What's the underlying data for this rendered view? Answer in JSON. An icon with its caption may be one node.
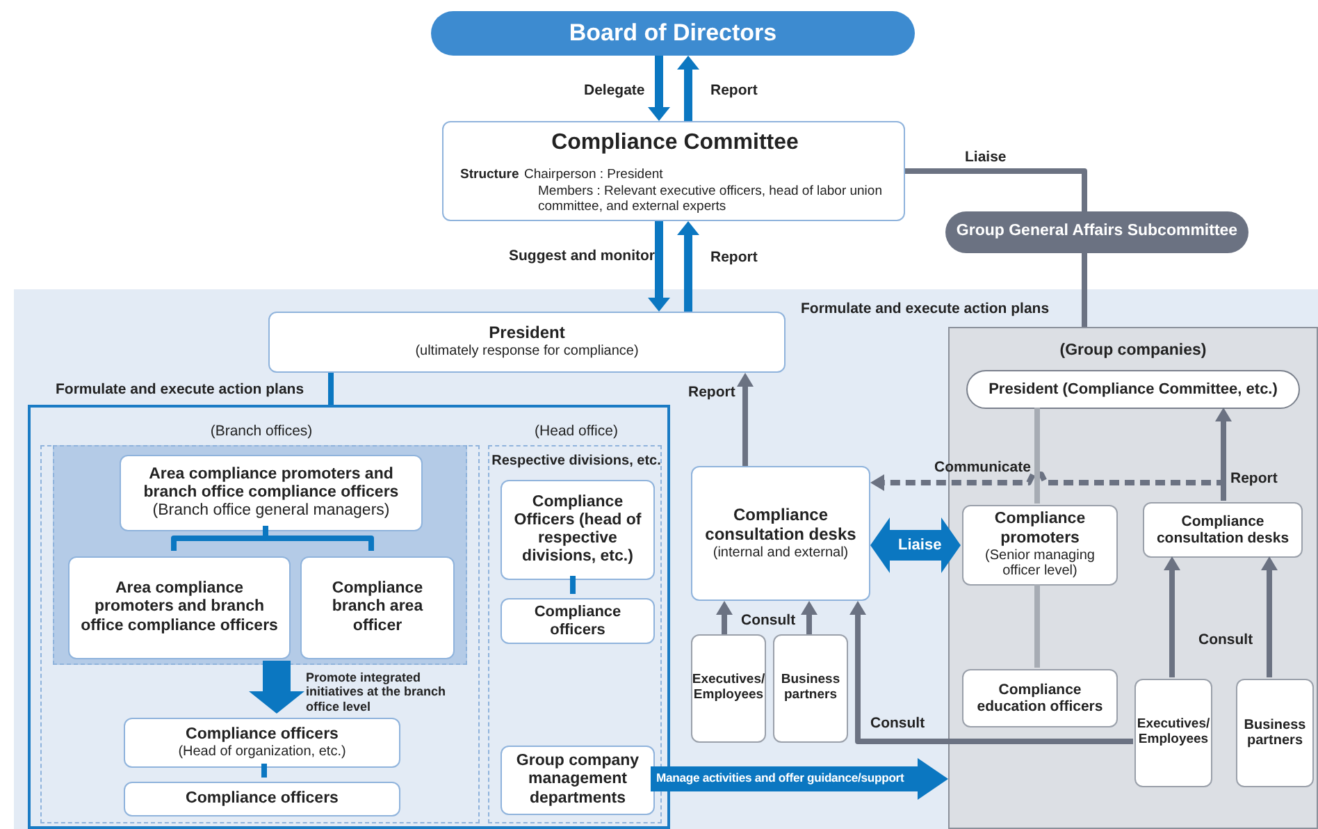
{
  "diagram": {
    "nodes": [
      {
        "text": [
          "Board of Directors"
        ]
      },
      {
        "text": [
          "Compliance Committee",
          "Structure",
          "Chairperson : President",
          "Members : Relevant executive officers, head of labor union committee, and external experts"
        ]
      },
      {
        "text": [
          "Group General Affairs Subcommittee"
        ]
      },
      {
        "text": [
          "President",
          "(ultimately response for compliance)"
        ]
      },
      {
        "text": [],
        "shape": "box"
      },
      {
        "text": [
          "(Branch offices)"
        ],
        "in": 4
      },
      {
        "text": [],
        "shape": "box",
        "in": 5
      },
      {
        "text": [
          "Area compliance promoters and branch office compliance officers",
          "(Branch office general managers)"
        ],
        "in": 6
      },
      {
        "text": [
          "Area compliance promoters and branch office compliance officers"
        ],
        "in": 6
      },
      {
        "text": [
          "Compliance branch area officer"
        ],
        "in": 6
      },
      {
        "text": [
          "Compliance officers",
          "(Head of organization, etc.)"
        ],
        "in": 5
      },
      {
        "text": [
          "Compliance officers"
        ],
        "in": 5
      },
      {
        "text": [
          "(Head office)",
          "Respective divisions, etc."
        ],
        "in": 4
      },
      {
        "text": [
          "Compliance Officers (head of respective divisions, etc.)"
        ],
        "in": 12
      },
      {
        "text": [
          "Compliance officers"
        ],
        "in": 12
      },
      {
        "text": [
          "Group company management departments"
        ],
        "in": 12
      },
      {
        "text": [
          "Compliance consultation desks",
          "(internal and external)"
        ]
      },
      {
        "text": [
          "Executives/ Employees"
        ]
      },
      {
        "text": [
          "Business partners"
        ]
      },
      {
        "text": [
          "(Group companies)"
        ]
      },
      {
        "text": [
          "President (Compliance Committee, etc.)"
        ],
        "in": 19
      },
      {
        "text": [
          "Compliance promoters",
          "(Senior managing officer level)"
        ],
        "in": 19
      },
      {
        "text": [
          "Compliance consultation desks"
        ],
        "in": 19
      },
      {
        "text": [
          "Compliance education officers"
        ],
        "in": 19
      },
      {
        "text": [
          "Executives/ Employees"
        ],
        "in": 19
      },
      {
        "text": [
          "Business partners"
        ],
        "in": 19
      }
    ],
    "edges": [
      {
        "from": 0,
        "to": 1,
        "arrow": "to",
        "label": "Delegate"
      },
      {
        "from": 1,
        "to": 0,
        "arrow": "to",
        "label": "Report"
      },
      {
        "from": 1,
        "to": 3,
        "arrow": "to",
        "label": "Suggest and monitor"
      },
      {
        "from": 3,
        "to": 1,
        "arrow": "to",
        "label": "Report"
      },
      {
        "from": 1,
        "to": 2,
        "arrow": "none",
        "label": "Liaise",
        "color": "#6b7282"
      },
      {
        "from": 2,
        "to": 19,
        "arrow": "none",
        "label": "Formulate and execute action plans",
        "color": "#6b7282"
      },
      {
        "from": 3,
        "to": 4,
        "arrow": "none",
        "label": "Formulate and execute action plans"
      },
      {
        "from": 7,
        "to": 8,
        "arrow": "none"
      },
      {
        "from": 7,
        "to": 9,
        "arrow": "none"
      },
      {
        "from": 6,
        "to": 10,
        "arrow": "to",
        "label": "Promote integrated initiatives at the branch office level",
        "style": "thick"
      },
      {
        "from": 10,
        "to": 11,
        "arrow": "none"
      },
      {
        "from": 13,
        "to": 14,
        "arrow": "none"
      },
      {
        "from": 15,
        "to": 19,
        "arrow": "to",
        "label": "Manage activities and offer guidance/support",
        "style": "thick"
      },
      {
        "from": 16,
        "to": 3,
        "arrow": "to",
        "label": "Report",
        "color": "#6b7282"
      },
      {
        "from": 17,
        "to": 16,
        "arrow": "to",
        "label": "Consult",
        "color": "#6b7282"
      },
      {
        "from": 18,
        "to": 16,
        "arrow": "to",
        "color": "#6b7282"
      },
      {
        "from": 24,
        "to": 16,
        "arrow": "to",
        "label": "Consult",
        "color": "#6b7282"
      },
      {
        "from": 16,
        "to": 21,
        "arrow": "both",
        "label": "Liaise",
        "style": "thick"
      },
      {
        "from": 22,
        "to": 16,
        "arrow": "to",
        "label": "Communicate",
        "style": "dashed",
        "color": "#6b7282"
      },
      {
        "from": 22,
        "to": 20,
        "arrow": "to",
        "label": "Report",
        "color": "#6b7282"
      },
      {
        "from": 20,
        "to": 21,
        "arrow": "none",
        "color": "#a7acb4"
      },
      {
        "from": 21,
        "to": 23,
        "arrow": "none",
        "color": "#a7acb4"
      },
      {
        "from": 24,
        "to": 22,
        "arrow": "to",
        "label": "Consult",
        "color": "#6b7282"
      },
      {
        "from": 25,
        "to": 22,
        "arrow": "to",
        "color": "#6b7282"
      }
    ]
  }
}
